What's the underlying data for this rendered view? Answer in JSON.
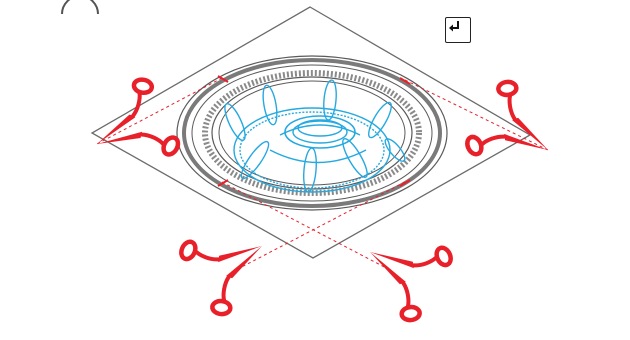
{
  "diagram": {
    "colors": {
      "outline": "#5a5a5a",
      "sheet_stroke": "#6b6b6b",
      "cut_line": "#e8202a",
      "scissors": "#e8202a",
      "part_stroke": "#25a9e0",
      "perforation": "#8a8a8a"
    },
    "elements": {
      "sheet": "paper-sheet",
      "template": "circular-template",
      "inner_part": "blue-crown-part",
      "cut_guides": "dashed-cut-lines",
      "tools": [
        "scissors-icon",
        "scissors-icon",
        "scissors-icon",
        "scissors-icon"
      ]
    },
    "controls": {
      "return_icon": "return-arrow-icon"
    }
  }
}
